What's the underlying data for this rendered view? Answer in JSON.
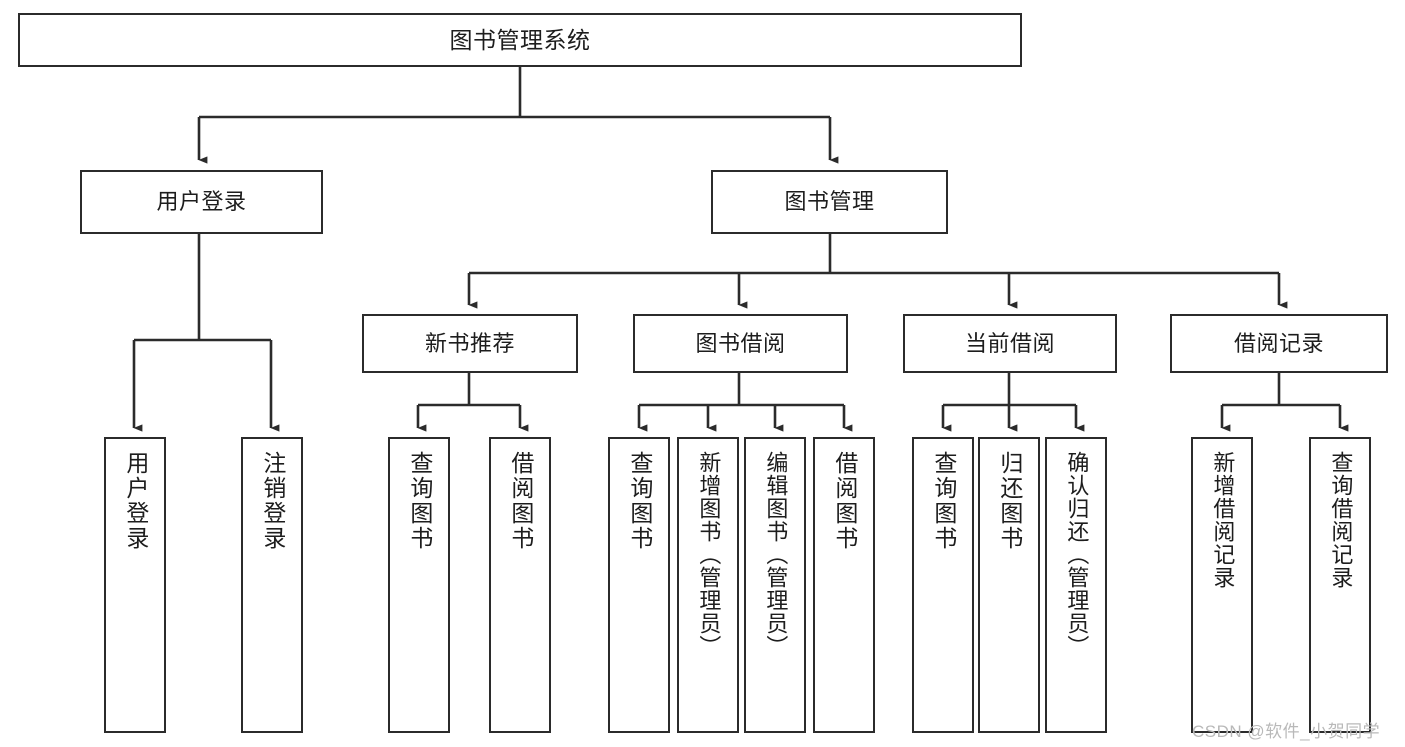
{
  "diagram": {
    "title": "图书管理系统",
    "type": "tree-hierarchy",
    "colors": {
      "node_border": "#2b2b2b",
      "node_fill": "#ffffff",
      "edge": "#2b2b2b",
      "text": "#1d1d1d",
      "watermark": "#b9b9b9",
      "background": "#ffffff"
    },
    "watermark": "CSDN @软件_小贺同学",
    "nodes": {
      "root": {
        "label": "图书管理系统",
        "level": 1
      },
      "user_login": {
        "label": "用户登录",
        "level": 2
      },
      "book_manage": {
        "label": "图书管理",
        "level": 2
      },
      "new_book_rec": {
        "label": "新书推荐",
        "level": 3
      },
      "book_borrow": {
        "label": "图书借阅",
        "level": 3
      },
      "current_borrow": {
        "label": "当前借阅",
        "level": 3
      },
      "borrow_record": {
        "label": "借阅记录",
        "level": 3
      },
      "leaf_user_login": {
        "label": "用户登录",
        "level": 3
      },
      "leaf_logout_login": {
        "label": "注销登录",
        "level": 3
      },
      "leaf_query_book_1": {
        "label": "查询图书",
        "level": 4
      },
      "leaf_borrow_book_1": {
        "label": "借阅图书",
        "level": 4
      },
      "leaf_query_book_2": {
        "label": "查询图书",
        "level": 4
      },
      "leaf_add_book": {
        "label": "新增图书（管理员）",
        "level": 4
      },
      "leaf_edit_book": {
        "label": "编辑图书（管理员）",
        "level": 4
      },
      "leaf_borrow_book_2": {
        "label": "借阅图书",
        "level": 4
      },
      "leaf_query_book_3": {
        "label": "查询图书",
        "level": 4
      },
      "leaf_return_book": {
        "label": "归还图书",
        "level": 4
      },
      "leaf_confirm_return": {
        "label": "确认归还（管理员）",
        "level": 4
      },
      "leaf_add_record": {
        "label": "新增借阅记录",
        "level": 4
      },
      "leaf_query_record": {
        "label": "查询借阅记录",
        "level": 4
      }
    },
    "edges": [
      {
        "from": "root",
        "to": "user_login"
      },
      {
        "from": "root",
        "to": "book_manage"
      },
      {
        "from": "user_login",
        "to": "leaf_user_login"
      },
      {
        "from": "user_login",
        "to": "leaf_logout_login"
      },
      {
        "from": "book_manage",
        "to": "new_book_rec"
      },
      {
        "from": "book_manage",
        "to": "book_borrow"
      },
      {
        "from": "book_manage",
        "to": "current_borrow"
      },
      {
        "from": "book_manage",
        "to": "borrow_record"
      },
      {
        "from": "new_book_rec",
        "to": "leaf_query_book_1"
      },
      {
        "from": "new_book_rec",
        "to": "leaf_borrow_book_1"
      },
      {
        "from": "book_borrow",
        "to": "leaf_query_book_2"
      },
      {
        "from": "book_borrow",
        "to": "leaf_add_book"
      },
      {
        "from": "book_borrow",
        "to": "leaf_edit_book"
      },
      {
        "from": "book_borrow",
        "to": "leaf_borrow_book_2"
      },
      {
        "from": "current_borrow",
        "to": "leaf_query_book_3"
      },
      {
        "from": "current_borrow",
        "to": "leaf_return_book"
      },
      {
        "from": "current_borrow",
        "to": "leaf_confirm_return"
      },
      {
        "from": "borrow_record",
        "to": "leaf_add_record"
      },
      {
        "from": "borrow_record",
        "to": "leaf_query_record"
      }
    ]
  }
}
